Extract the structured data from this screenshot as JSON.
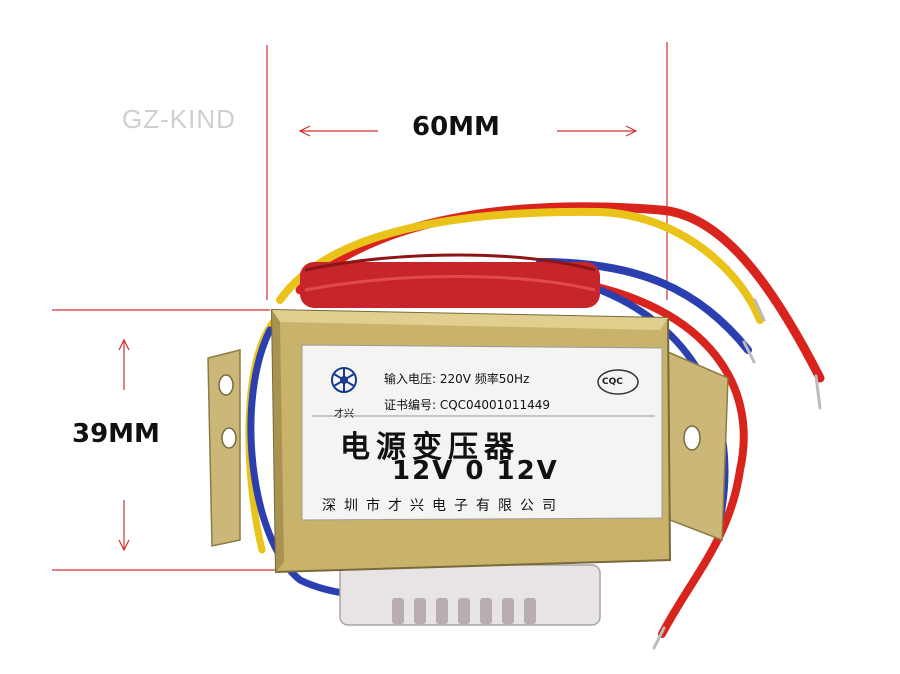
{
  "watermark": "GZ-KIND",
  "dimensions": {
    "width_label": "60MM",
    "height_label": "39MM"
  },
  "nameplate": {
    "input_line": "输入电压: 220V 频率50Hz",
    "cert_line": "证书编号: CQC04001011449",
    "title": "电源变压器",
    "voltage": "12V 0 12V",
    "manufacturer": "深圳市才兴电子有限公司",
    "logo_caption": "才兴",
    "cert_mark": "CQC"
  },
  "colors": {
    "frame": "#c9b36a",
    "plate": "#f4f4f2",
    "wire_red": "#d8241c",
    "wire_blue": "#2b3fb0",
    "wire_yellow": "#e9c21a",
    "dim_line": "#d23030"
  }
}
